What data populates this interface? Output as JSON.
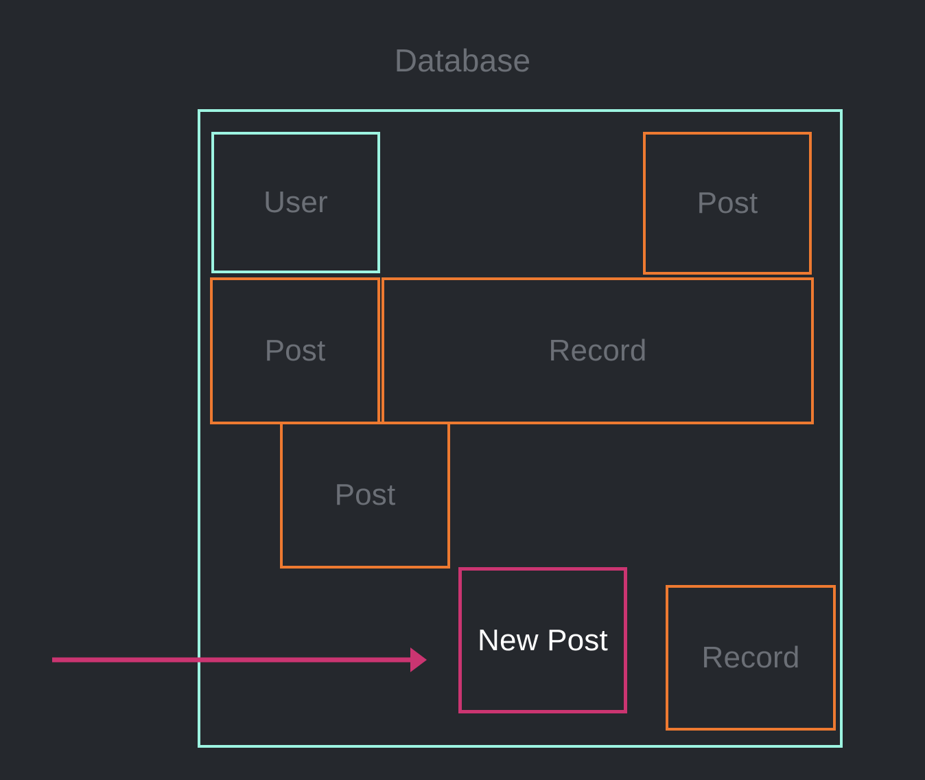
{
  "diagram": {
    "title": "Database",
    "background_color": "#25282d",
    "colors": {
      "container_border": "#9df4e1",
      "teal_border": "#9df4e1",
      "orange_border": "#ee7a31",
      "magenta_border": "#cb3571",
      "muted_text": "#6b6f76",
      "highlight_text": "#ffffff",
      "arrow": "#cb3571"
    },
    "container": {
      "name": "Database",
      "border_color": "#9df4e1"
    },
    "nodes": [
      {
        "id": "user",
        "label": "User",
        "border_color": "#9df4e1",
        "text_color": "#6b6f76",
        "highlighted": false
      },
      {
        "id": "post-top-right",
        "label": "Post",
        "border_color": "#ee7a31",
        "text_color": "#6b6f76",
        "highlighted": false
      },
      {
        "id": "post-middle-left",
        "label": "Post",
        "border_color": "#ee7a31",
        "text_color": "#6b6f76",
        "highlighted": false
      },
      {
        "id": "record-middle",
        "label": "Record",
        "border_color": "#ee7a31",
        "text_color": "#6b6f76",
        "highlighted": false
      },
      {
        "id": "post-lower",
        "label": "Post",
        "border_color": "#ee7a31",
        "text_color": "#6b6f76",
        "highlighted": false
      },
      {
        "id": "new-post",
        "label": "New Post",
        "border_color": "#cb3571",
        "text_color": "#ffffff",
        "highlighted": true
      },
      {
        "id": "record-bottom-right",
        "label": "Record",
        "border_color": "#ee7a31",
        "text_color": "#6b6f76",
        "highlighted": false
      }
    ],
    "arrow": {
      "name": "insert-arrow",
      "color": "#cb3571",
      "direction": "right",
      "points_to": "New Post"
    }
  }
}
